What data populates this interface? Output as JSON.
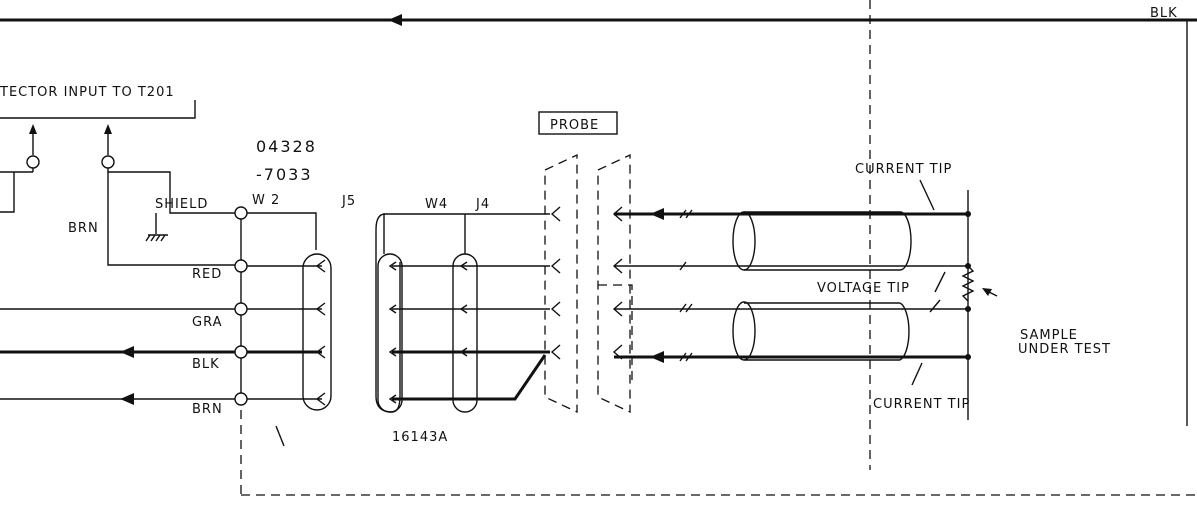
{
  "labels": {
    "blk_top": "BLK",
    "detector_input": "TECTOR INPUT TO T201",
    "probe": "PROBE",
    "part_no_1": "04328",
    "part_no_2": "-7033",
    "shield": "SHIELD",
    "w2": "W 2",
    "j5": "J5",
    "w4": "W4",
    "j4": "J4",
    "brn_left": "BRN",
    "red": "RED",
    "gra": "GRA",
    "blk": "BLK",
    "brn": "BRN",
    "cable_no": "16143A",
    "current_tip_top": "CURRENT TIP",
    "voltage_tip": "VOLTAGE TIP",
    "current_tip_bottom": "CURRENT TIP",
    "sample_1": "SAMPLE",
    "sample_2": "UNDER TEST"
  },
  "colors": {
    "ink": "#111111",
    "paper": "#ffffff"
  }
}
